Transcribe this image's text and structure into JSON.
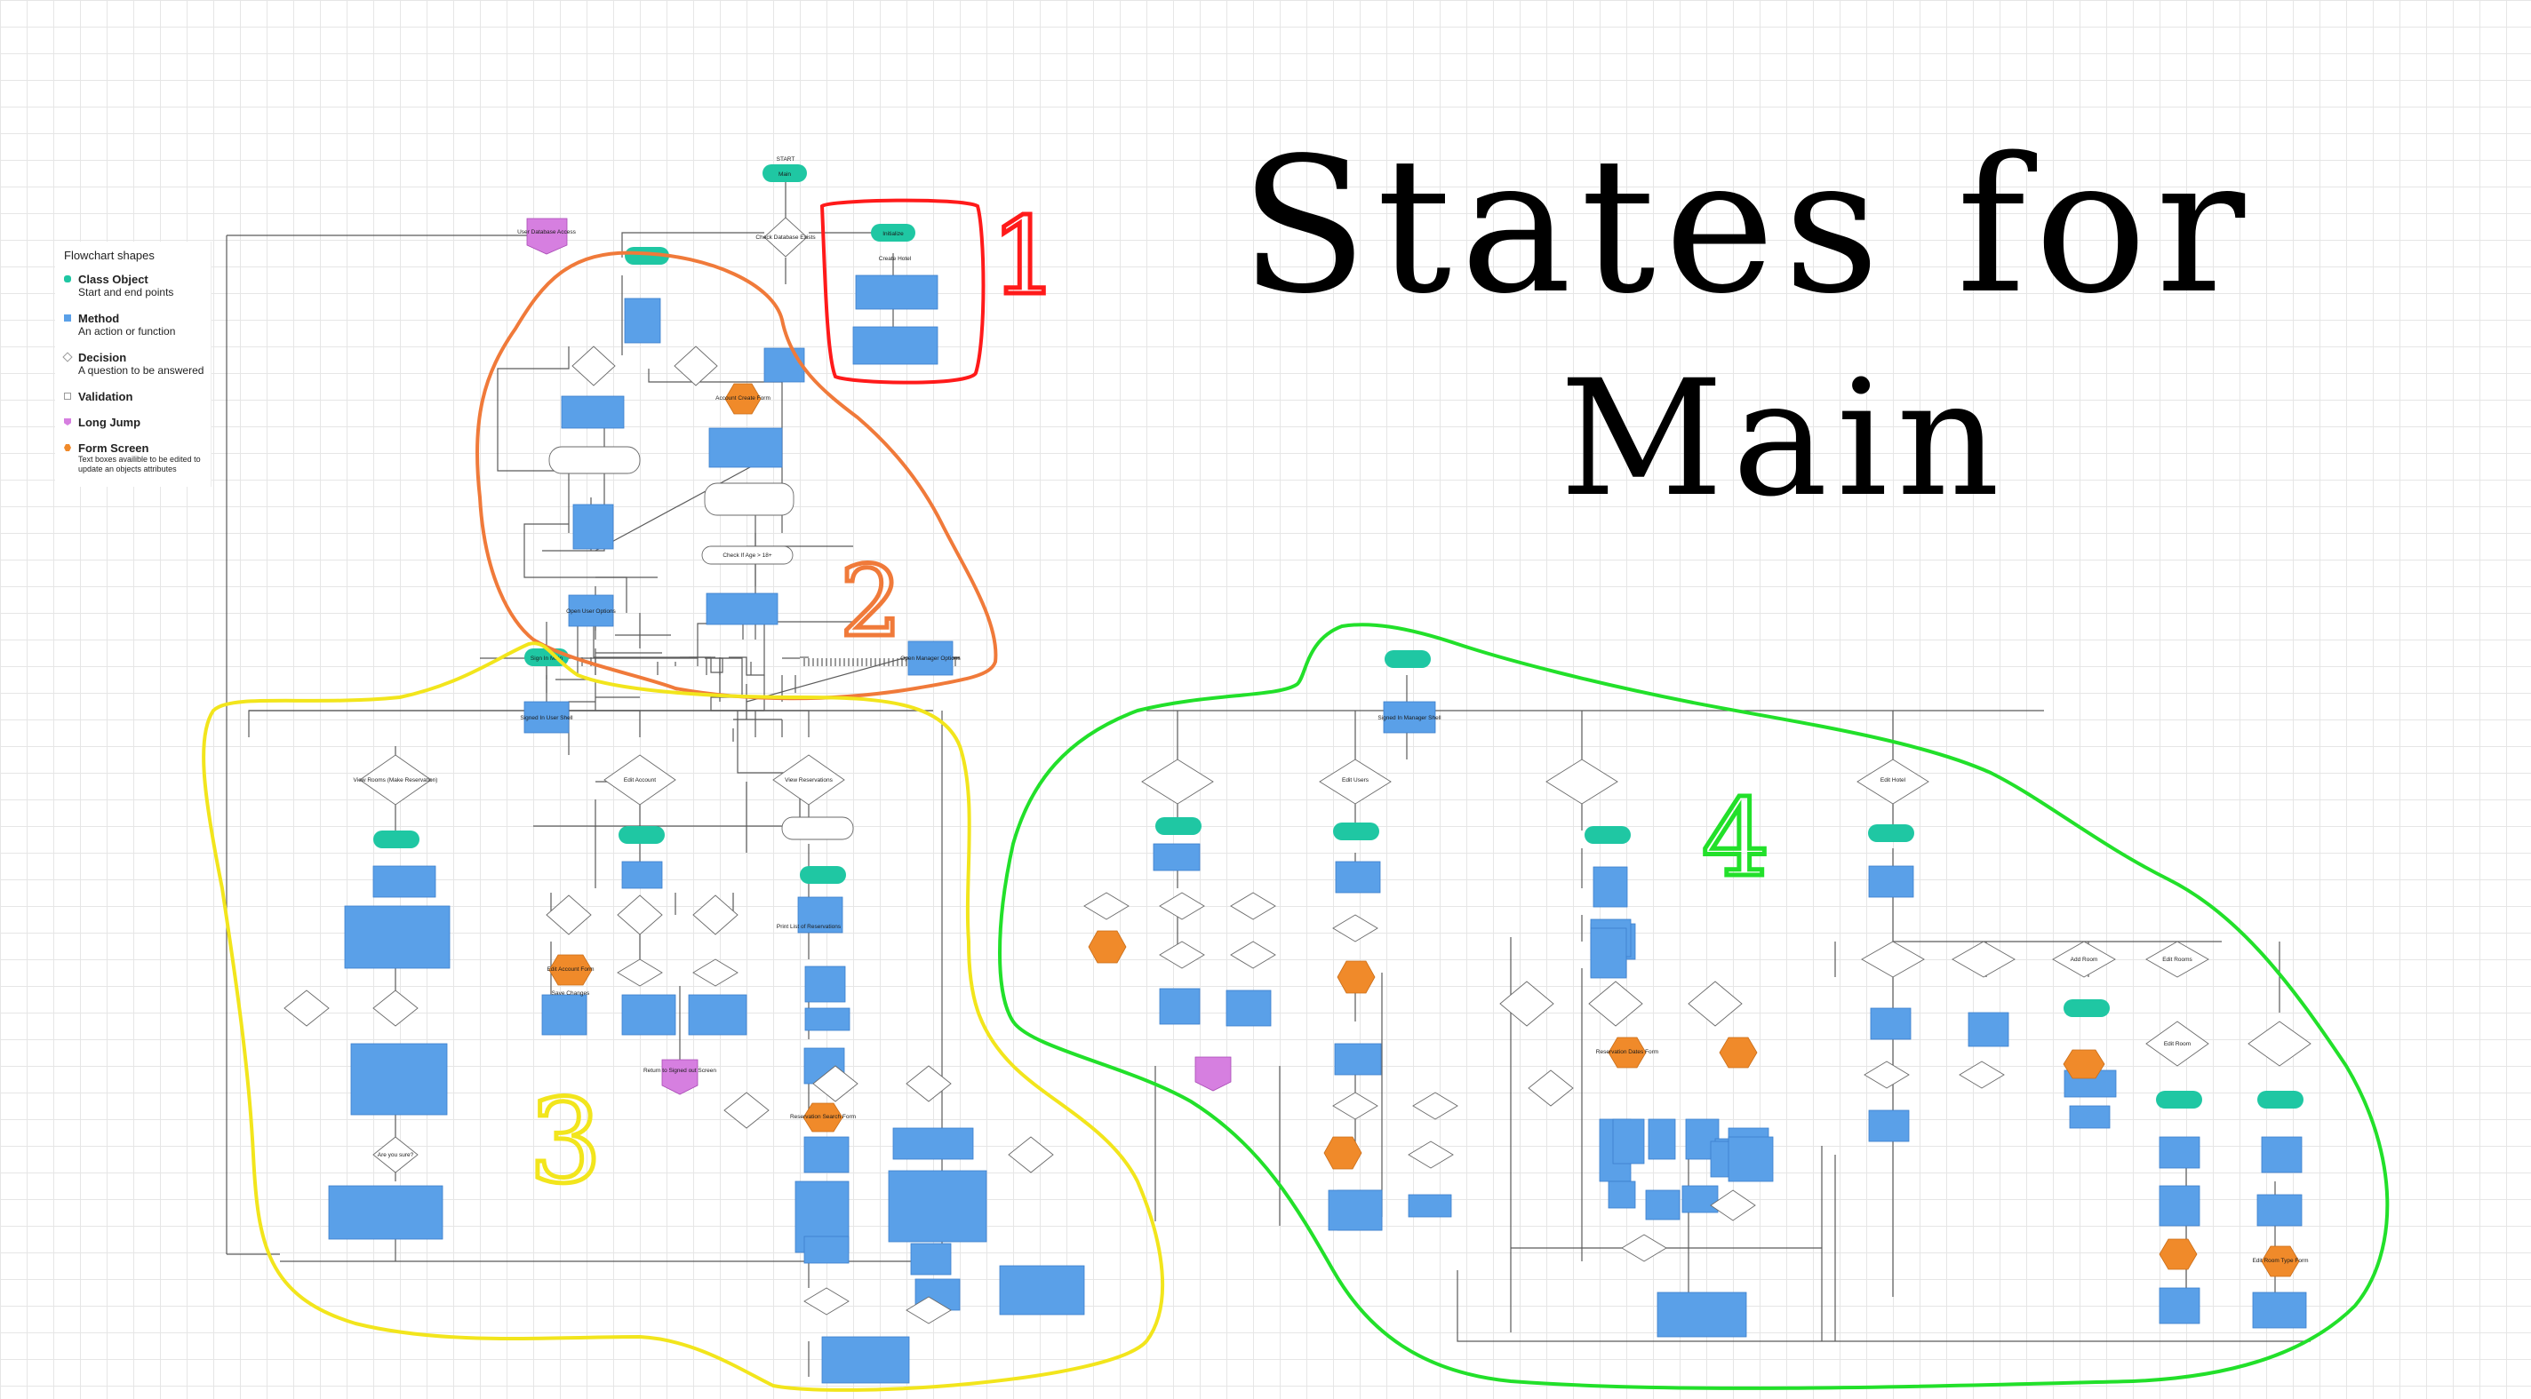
{
  "legend": {
    "title": "Flowchart shapes",
    "items": [
      {
        "name": "Class Object",
        "desc": "Start and end points",
        "color": "#1fc7a3"
      },
      {
        "name": "Method",
        "desc": "An action or function",
        "color": "#5aa0e8"
      },
      {
        "name": "Decision",
        "desc": "A question to be answered",
        "color": "#ffffff"
      },
      {
        "name": "Validation",
        "desc": "",
        "color": "#ffffff"
      },
      {
        "name": "Long Jump",
        "desc": "",
        "color": "#d67fe0"
      },
      {
        "name": "Form Screen",
        "desc": "Text boxes availible to be edited to update an objects attributes",
        "color": "#f08a2a"
      }
    ]
  },
  "annotations": {
    "title_line1": "States for",
    "title_line2": "Main",
    "region_numbers": [
      "1",
      "2",
      "3",
      "4"
    ]
  },
  "colors": {
    "class_object": "#1fc7a3",
    "method": "#5aa0e8",
    "long_jump": "#d67fe0",
    "form_screen": "#f08a2a",
    "region1": "#ff1a1a",
    "region2": "#f07a3a",
    "region3": "#f2e51c",
    "region4": "#22e02a"
  },
  "diagram": {
    "nodes": {
      "start_label": "START",
      "main": "Main",
      "initialize": "Initialize",
      "sign_in_main": "Sign In Main",
      "form_new_user": "Account Create Form",
      "form_edit_account": "Edit Account Form",
      "form_reservation_search": "Reservation Search Form",
      "form_change_dates": "Reservation Dates Form",
      "form_room_type": "Edit Room Type Form",
      "jump_user_database": "User Database Access",
      "jump_return_signed_out": "Return to Signed out Screen",
      "decision_database_exists": "Check Database Exists",
      "decision_are_you_sure": "Are you sure?",
      "decision_view_rooms": "View Rooms (Make Reservation)",
      "decision_edit_account": "Edit Account",
      "decision_view_reservations": "View Reservations",
      "decision_edit_users": "Edit Users",
      "decision_edit_hotel": "Edit Hotel",
      "decision_add_room": "Add Room",
      "decision_edit_rooms": "Edit Rooms",
      "method_create_hotel": "Create Hotel",
      "method_print_reservations": "Print List of Reservations",
      "method_edit_room": "Edit Room",
      "method_manager_options": "Open Manager Options",
      "method_user_options": "Open User Options",
      "method_signed_in_user": "Signed In User Shell",
      "method_signed_in_manager": "Signed In Manager Shell",
      "method_check_age": "Check If Age > 18+",
      "method_save_changes": "Save Changes"
    }
  }
}
